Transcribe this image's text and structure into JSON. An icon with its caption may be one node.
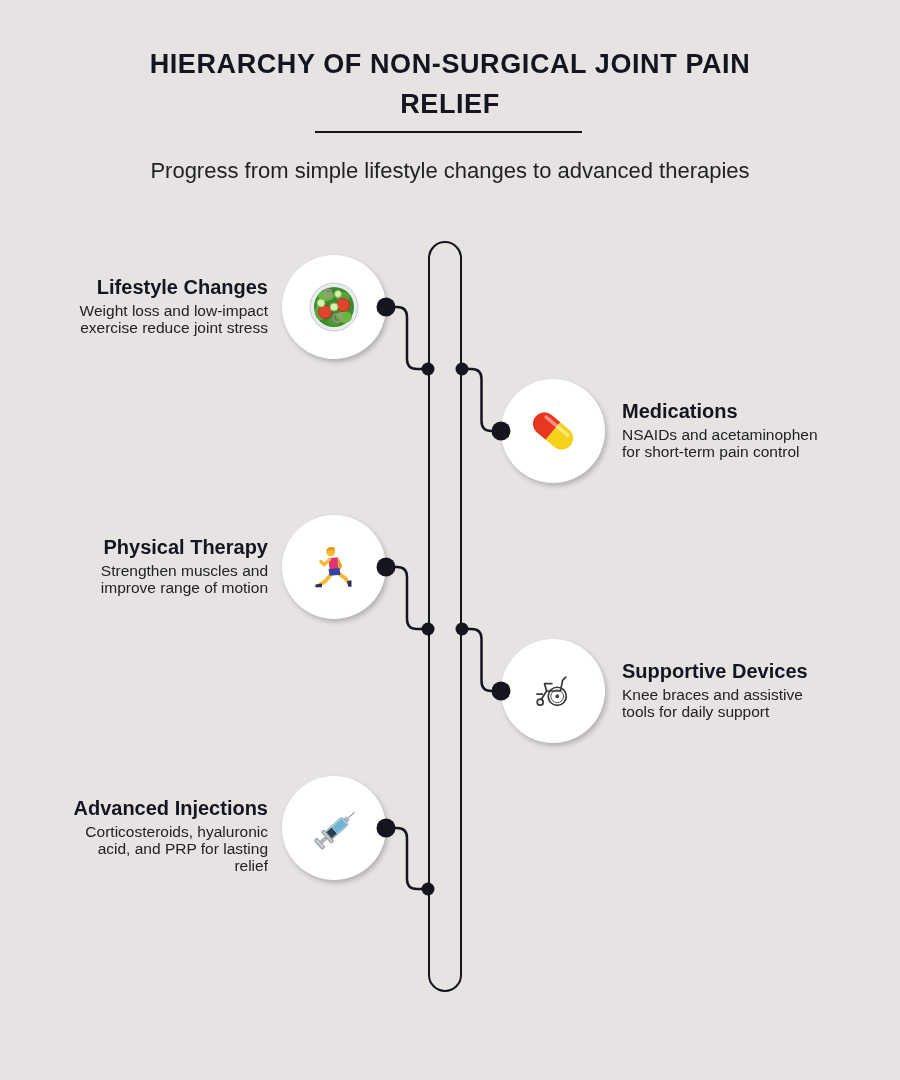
{
  "diagram": {
    "title": "HIERARCHY OF NON-SURGICAL JOINT PAIN RELIEF",
    "nodes": [
      {
        "text": [
          "Lifestyle Changes",
          "Weight loss and low-impact exercise reduce joint stress"
        ]
      },
      {
        "text": [
          "Medications",
          "NSAIDs and acetaminophen for short-term pain control"
        ]
      },
      {
        "text": [
          "Physical Therapy",
          "Strengthen muscles and improve range of motion"
        ]
      },
      {
        "text": [
          "Supportive Devices",
          "Knee braces and assistive tools for daily support"
        ]
      },
      {
        "text": [
          "Advanced Injections",
          "Corticosteroids, hyaluronic acid, and PRP for lasting relief"
        ]
      },
      {
        "text": [],
        "shape": "box"
      }
    ],
    "edges": [
      {
        "from": 0,
        "to": 5,
        "arrow": "other"
      },
      {
        "from": 1,
        "to": 5,
        "arrow": "other"
      },
      {
        "from": 2,
        "to": 5,
        "arrow": "other"
      },
      {
        "from": 3,
        "to": 5,
        "arrow": "other"
      },
      {
        "from": 4,
        "to": 5,
        "arrow": "other"
      }
    ],
    "labels": [
      "Progress from simple lifestyle changes to advanced therapies"
    ]
  }
}
